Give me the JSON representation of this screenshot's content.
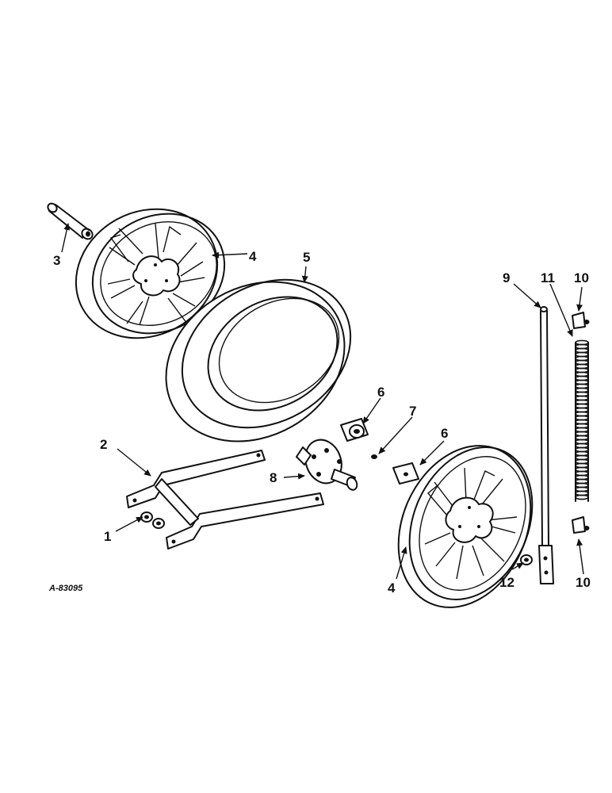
{
  "drawing_code": "A-83095",
  "callouts": {
    "c1": "1",
    "c2": "2",
    "c3": "3",
    "c4a": "4",
    "c4b": "4",
    "c5": "5",
    "c6a": "6",
    "c6b": "6",
    "c7": "7",
    "c8": "8",
    "c9": "9",
    "c10a": "10",
    "c10b": "10",
    "c11": "11",
    "c12": "12"
  }
}
